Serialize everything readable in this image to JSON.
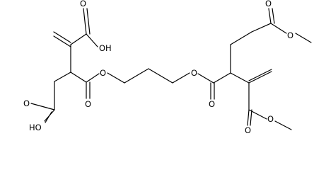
{
  "atoms": {
    "o_acid1_carbonyl": "O",
    "oh_acid1": "OH",
    "o_ester1": "O",
    "o_ester1_carbonyl": "O",
    "o_acid2_carbonyl": "O",
    "oh_acid2": "HO",
    "o_ester2": "O",
    "o_ester2_carbonyl": "O",
    "o_ester3_carbonyl": "O",
    "o_ester3": "O",
    "o_ester4_carbonyl": "O",
    "o_ester4": "O"
  }
}
